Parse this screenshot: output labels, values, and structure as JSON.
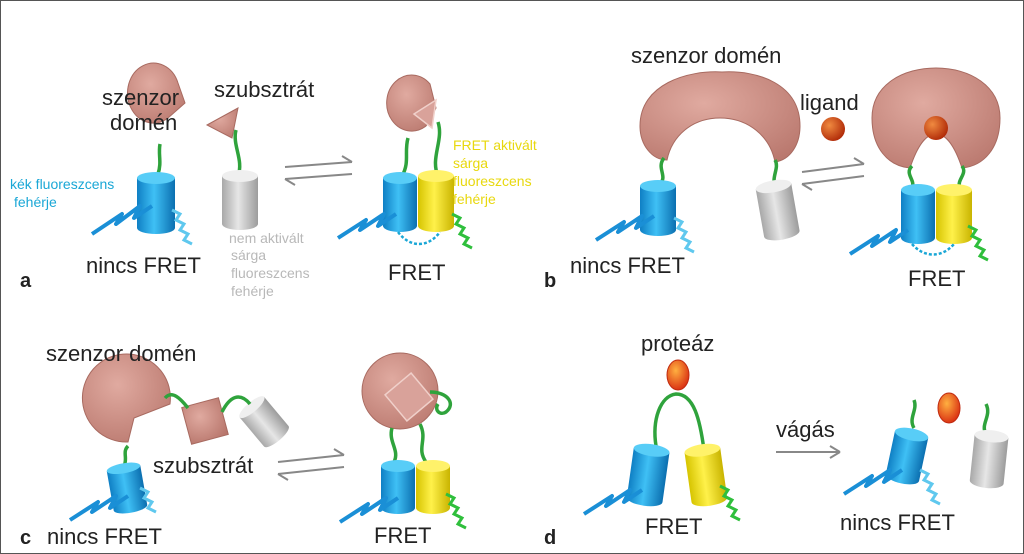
{
  "panels": {
    "a": {
      "letter": "a",
      "sensor_line1": "szenzor",
      "sensor_line2": "domén",
      "substrate": "szubsztrát",
      "cfp_line1": "kék fluoreszcens",
      "cfp_line2": "fehérje",
      "inactive_line1": "nem aktivált",
      "inactive_line2": "sárga",
      "inactive_line3": "fluoreszcens",
      "inactive_line4": "fehérje",
      "active_line1": "FRET aktivált",
      "active_line2": "sárga",
      "active_line3": "fluoreszcens",
      "active_line4": "fehérje",
      "no_fret": "nincs FRET",
      "fret": "FRET"
    },
    "b": {
      "letter": "b",
      "sensor": "szenzor domén",
      "ligand": "ligand",
      "no_fret": "nincs FRET",
      "fret": "FRET"
    },
    "c": {
      "letter": "c",
      "sensor": "szenzor domén",
      "substrate": "szubsztrát",
      "no_fret": "nincs FRET",
      "fret": "FRET"
    },
    "d": {
      "letter": "d",
      "protease": "proteáz",
      "cut": "vágás",
      "fret": "FRET",
      "no_fret": "nincs FRET"
    }
  },
  "colors": {
    "sensor": "#cc8a80",
    "cfp": "#1a9fe0",
    "yfp": "#f0e01a",
    "grey_protein": "#c4c4c4",
    "linker": "#2fa33c",
    "ligand": "#cc3a10",
    "cyan_text": "#1aa7d6",
    "yellow_text": "#e8d80e",
    "grey_text": "#b8b8b8",
    "frame": "#555555"
  }
}
